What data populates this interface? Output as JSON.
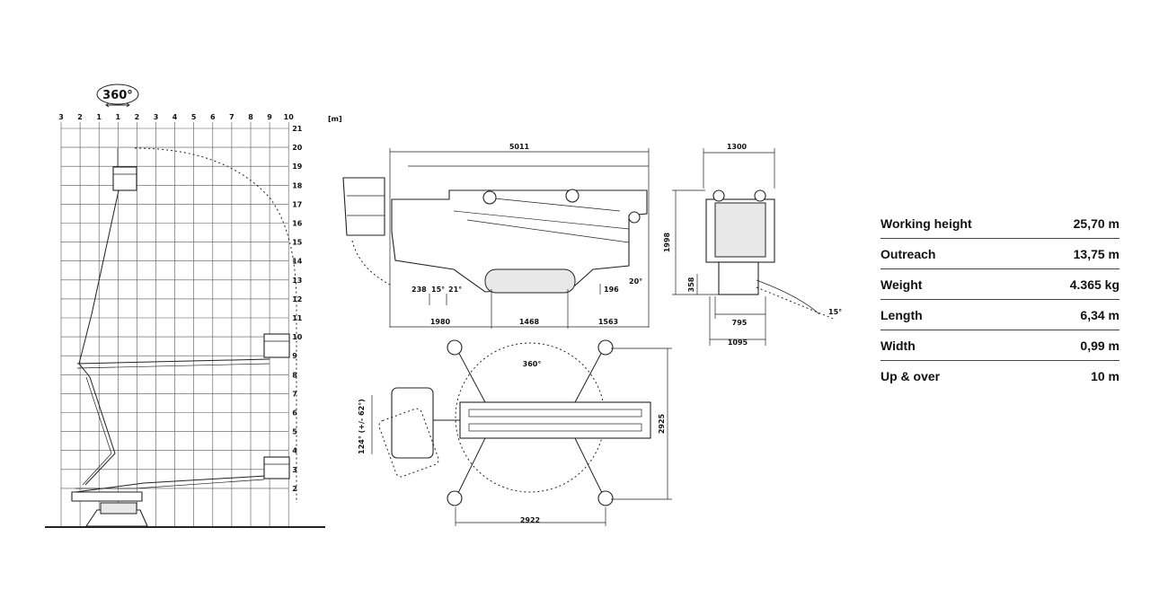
{
  "rotation_label": "360°",
  "unit_label": "[m]",
  "grid": {
    "x_ticks": [
      "3",
      "2",
      "1",
      "1",
      "2",
      "3",
      "4",
      "5",
      "6",
      "7",
      "8",
      "9",
      "10"
    ],
    "y_ticks": [
      "21",
      "20",
      "19",
      "18",
      "17",
      "16",
      "15",
      "14",
      "13",
      "12",
      "11",
      "10",
      "9",
      "8",
      "7",
      "6",
      "5",
      "4",
      "3",
      "2"
    ]
  },
  "side_view": {
    "total_length": "5011",
    "seg_a": "1980",
    "seg_b": "1468",
    "seg_c": "1563",
    "clearance": "238",
    "angle_a": "15°",
    "angle_b": "21°",
    "angle_rear": "20°",
    "height_rear": "196"
  },
  "front_view": {
    "width": "1300",
    "height": "1998",
    "ground": "358",
    "track_inner": "795",
    "track_outer": "1095",
    "slope": "15°"
  },
  "top_view": {
    "rotation": "360°",
    "basket_rotation": "124° (+/- 62°)",
    "outrigger_width": "2922",
    "outrigger_length": "2925"
  },
  "specs": [
    {
      "label": "Working height",
      "value": "25,70 m"
    },
    {
      "label": "Outreach",
      "value": "13,75 m"
    },
    {
      "label": "Weight",
      "value": "4.365 kg"
    },
    {
      "label": "Length",
      "value": "6,34 m"
    },
    {
      "label": "Width",
      "value": "0,99 m"
    },
    {
      "label": "Up & over",
      "value": "10 m"
    }
  ]
}
